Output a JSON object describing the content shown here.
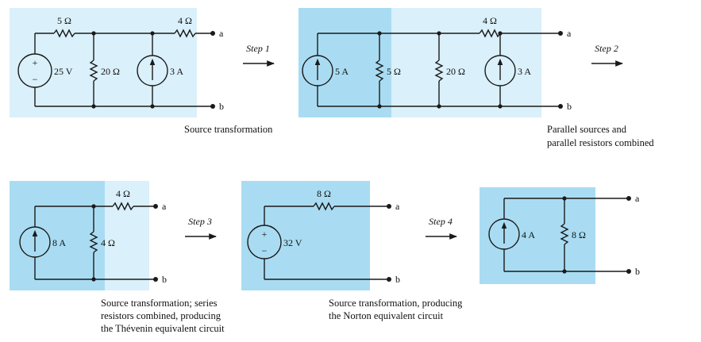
{
  "colors": {
    "panel_light": "#daf0fa",
    "panel_dark": "#a9dcf2"
  },
  "circuit1": {
    "r1": "5 Ω",
    "r2": "4 Ω",
    "r3": "20 Ω",
    "vsrc": "25 V",
    "isrc": "3 A",
    "a": "a",
    "b": "b"
  },
  "step1": "Step 1",
  "circuit2": {
    "isrc1": "5 A",
    "r1": "5 Ω",
    "r2": "20 Ω",
    "isrc2": "3 A",
    "r3": "4 Ω",
    "a": "a",
    "b": "b"
  },
  "step2": "Step 2",
  "circuit3": {
    "isrc": "8 A",
    "r1": "4 Ω",
    "r2": "4 Ω",
    "a": "a",
    "b": "b"
  },
  "step3": "Step 3",
  "circuit4": {
    "r": "8 Ω",
    "vsrc": "32 V",
    "a": "a",
    "b": "b"
  },
  "step4": "Step 4",
  "circuit5": {
    "isrc": "4 A",
    "r": "8 Ω",
    "a": "a",
    "b": "b"
  },
  "captions": {
    "c1": "Source transformation",
    "c2_line1": "Parallel sources and",
    "c2_line2": "parallel resistors combined",
    "c3_line1": "Source transformation; series",
    "c3_line2": "resistors combined, producing",
    "c3_line3": "the Thévenin equivalent circuit",
    "c4_line1": "Source transformation, producing",
    "c4_line2": "the Norton equivalent circuit"
  }
}
